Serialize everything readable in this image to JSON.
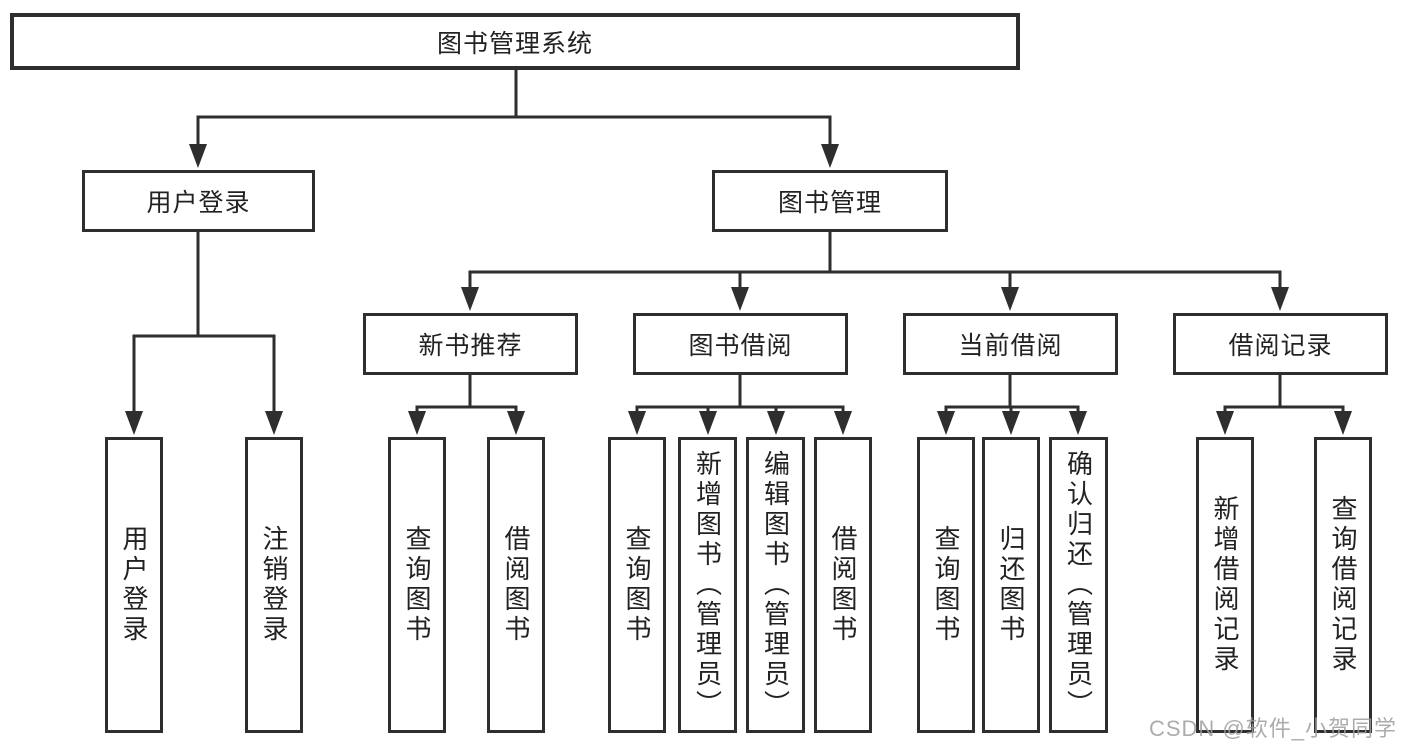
{
  "diagram": {
    "title": "图书管理系统",
    "colors": {
      "background": "#ffffff",
      "line": "#2e2e2e",
      "box_border": "#2e2e2e",
      "text": "#222222",
      "watermark": "#9e9e9e"
    },
    "nodes": {
      "root": {
        "label": "图书管理系统"
      },
      "level2": [
        {
          "label": "用户登录"
        },
        {
          "label": "图书管理"
        }
      ],
      "level3": [
        {
          "label": "新书推荐"
        },
        {
          "label": "图书借阅"
        },
        {
          "label": "当前借阅"
        },
        {
          "label": "借阅记录"
        }
      ],
      "leaves": {
        "user_login": [
          "用户登录",
          "注销登录"
        ],
        "new_book": [
          "查询图书",
          "借阅图书"
        ],
        "book_borrow": [
          "查询图书",
          "新增图书（管理员）",
          "编辑图书（管理员）",
          "借阅图书"
        ],
        "current_borrow": [
          "查询图书",
          "归还图书",
          "确认归还（管理员）"
        ],
        "borrow_record": [
          "新增借阅记录",
          "查询借阅记录"
        ]
      }
    },
    "watermark": "CSDN @软件_小贺同学"
  }
}
